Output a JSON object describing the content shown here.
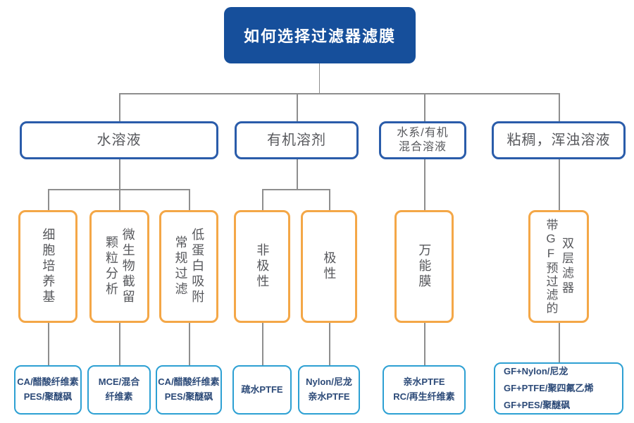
{
  "title": {
    "label": "如何选择过滤器滤膜"
  },
  "solutions": [
    {
      "lines": [
        "水溶液"
      ]
    },
    {
      "lines": [
        "有机溶剂"
      ]
    },
    {
      "lines": [
        "水系/有机",
        "混合溶液"
      ]
    },
    {
      "lines": [
        "粘稠，浑浊溶液"
      ]
    }
  ],
  "applications": [
    {
      "cols": [
        "细胞培养基"
      ]
    },
    {
      "cols": [
        "颗粒分析",
        "微生物截留"
      ]
    },
    {
      "cols": [
        "常规过滤",
        "低蛋白吸附"
      ]
    },
    {
      "cols": [
        "非极性"
      ]
    },
    {
      "cols": [
        "极性"
      ]
    },
    {
      "cols": [
        "万能膜"
      ]
    },
    {
      "cols": [
        "带GF预过滤的",
        "双层滤器"
      ]
    }
  ],
  "membranes": [
    {
      "lines": [
        "CA/醋酸纤维素",
        "PES/聚醚砜"
      ]
    },
    {
      "lines": [
        "MCE/混合",
        "纤维素"
      ]
    },
    {
      "lines": [
        "CA/醋酸纤维素",
        "PES/聚醚砜"
      ]
    },
    {
      "lines": [
        "疏水PTFE"
      ]
    },
    {
      "lines": [
        "Nylon/尼龙",
        "亲水PTFE"
      ]
    },
    {
      "lines": [
        "亲水PTFE",
        "RC/再生纤维素"
      ]
    },
    {
      "lines": [
        "GF+Nylon/尼龙",
        "GF+PTFE/聚四氟乙烯",
        "GF+PES/聚醚砜"
      ]
    }
  ],
  "colors": {
    "root_bg": "#164f9b",
    "root_text": "#ffffff",
    "solution_border": "#2a5caa",
    "application_border": "#f4a747",
    "membrane_border": "#2da0d3",
    "connector": "#8e8e8e",
    "label_text": "#57585c",
    "membrane_text": "#2c4a78"
  }
}
